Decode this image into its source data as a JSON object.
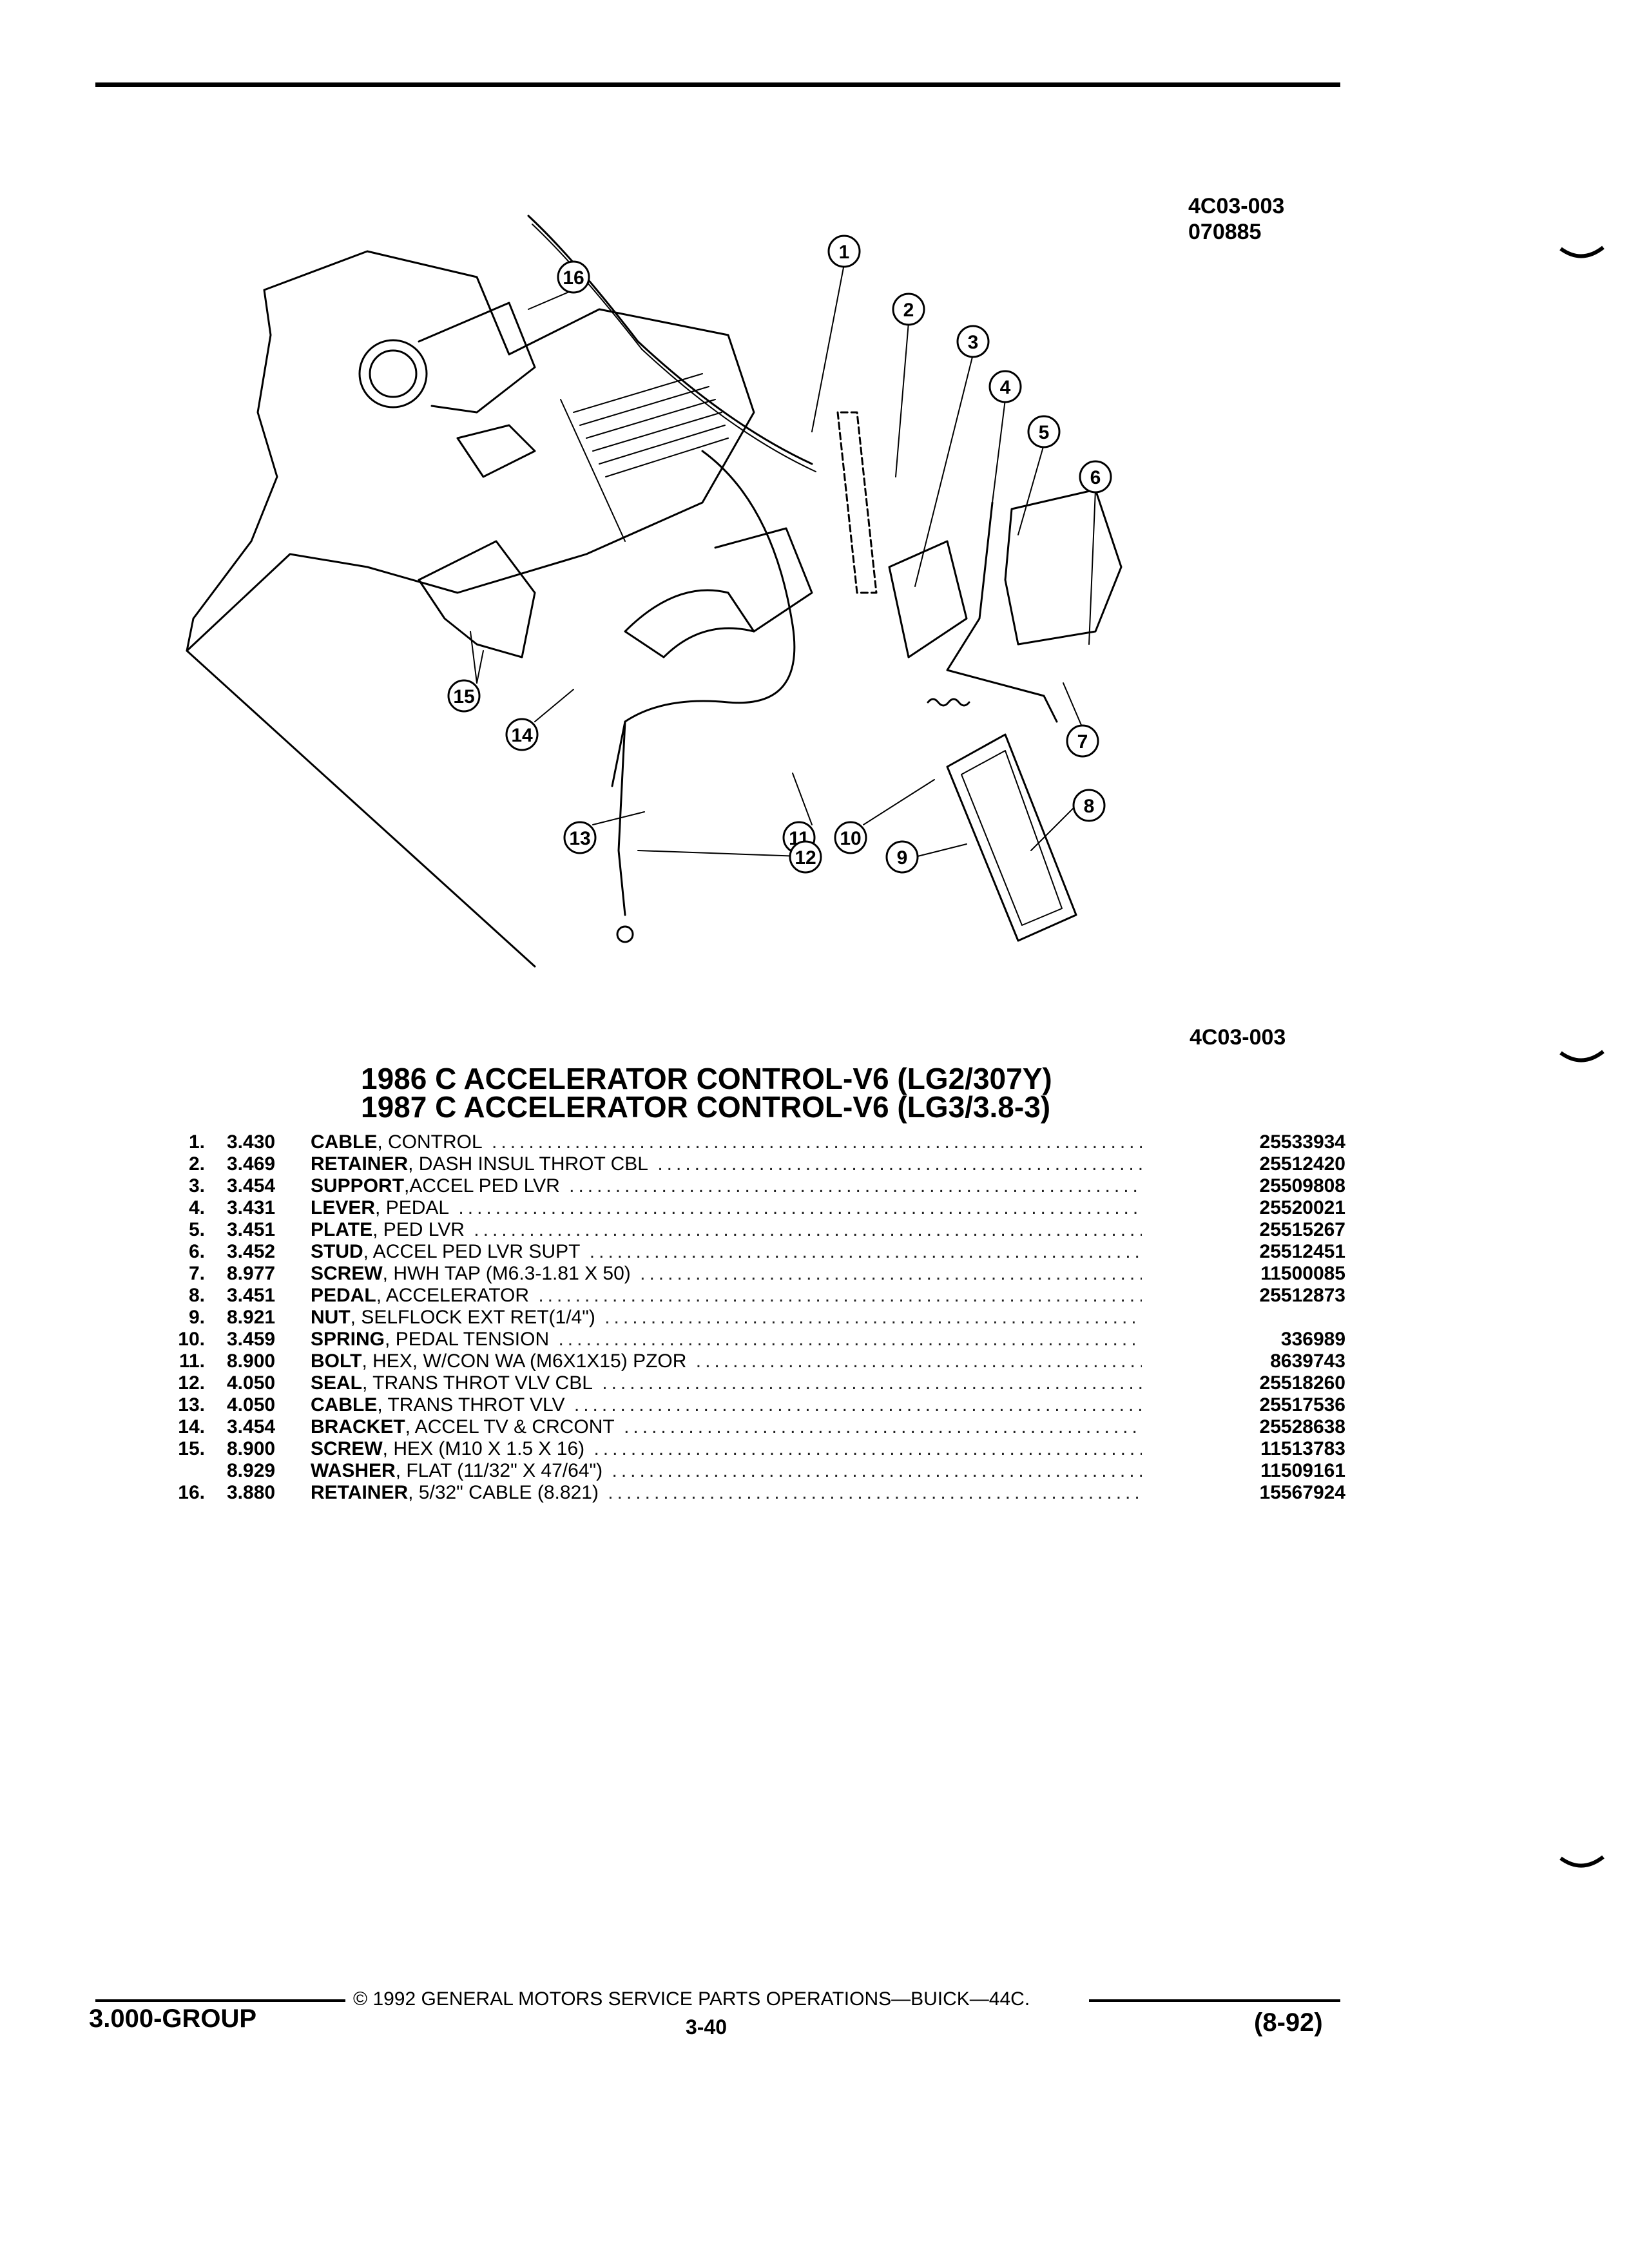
{
  "figure": {
    "id_top": "4C03-003",
    "date_code": "070885",
    "id_bottom": "4C03-003",
    "callouts": [
      "1",
      "2",
      "3",
      "4",
      "5",
      "6",
      "7",
      "8",
      "9",
      "10",
      "11",
      "12",
      "13",
      "14",
      "15",
      "16"
    ]
  },
  "title": {
    "line1": "1986 C ACCELERATOR CONTROL-V6 (LG2/307Y)",
    "line2": "1987 C ACCELERATOR CONTROL-V6 (LG3/3.8-3)"
  },
  "parts": [
    {
      "num": "1.",
      "code": "3.430",
      "name": "CABLE",
      "spec": ", CONTROL",
      "pn": "25533934"
    },
    {
      "num": "2.",
      "code": "3.469",
      "name": "RETAINER",
      "spec": ", DASH INSUL THROT CBL",
      "pn": "25512420"
    },
    {
      "num": "3.",
      "code": "3.454",
      "name": "SUPPORT",
      "spec": ",ACCEL PED LVR",
      "pn": "25509808"
    },
    {
      "num": "4.",
      "code": "3.431",
      "name": "LEVER",
      "spec": ", PEDAL",
      "pn": "25520021"
    },
    {
      "num": "5.",
      "code": "3.451",
      "name": "PLATE",
      "spec": ", PED LVR",
      "pn": "25515267"
    },
    {
      "num": "6.",
      "code": "3.452",
      "name": "STUD",
      "spec": ", ACCEL PED LVR SUPT",
      "pn": "25512451"
    },
    {
      "num": "7.",
      "code": "8.977",
      "name": "SCREW",
      "spec": ", HWH TAP (M6.3-1.81 X 50)",
      "pn": "11500085"
    },
    {
      "num": "8.",
      "code": "3.451",
      "name": "PEDAL",
      "spec": ", ACCELERATOR",
      "pn": "25512873"
    },
    {
      "num": "9.",
      "code": "8.921",
      "name": "NUT",
      "spec": ", SELFLOCK EXT RET(1/4\")",
      "pn": ""
    },
    {
      "num": "10.",
      "code": "3.459",
      "name": "SPRING",
      "spec": ", PEDAL TENSION",
      "pn": "336989"
    },
    {
      "num": "11.",
      "code": "8.900",
      "name": "BOLT",
      "spec": ", HEX, W/CON WA (M6X1X15) PZOR",
      "pn": "8639743"
    },
    {
      "num": "12.",
      "code": "4.050",
      "name": "SEAL",
      "spec": ", TRANS THROT VLV CBL",
      "pn": "25518260"
    },
    {
      "num": "13.",
      "code": "4.050",
      "name": "CABLE",
      "spec": ", TRANS THROT VLV",
      "pn": "25517536"
    },
    {
      "num": "14.",
      "code": "3.454",
      "name": "BRACKET",
      "spec": ", ACCEL TV & CRCONT",
      "pn": "25528638"
    },
    {
      "num": "15.",
      "code": "8.900",
      "name": "SCREW",
      "spec": ", HEX (M10 X 1.5 X 16)",
      "pn": "11513783"
    },
    {
      "num": "",
      "code": "8.929",
      "name": "WASHER",
      "spec": ", FLAT (11/32\" X 47/64\")",
      "pn": "11509161"
    },
    {
      "num": "16.",
      "code": "3.880",
      "name": "RETAINER",
      "spec": ", 5/32\" CABLE (8.821)",
      "pn": "15567924"
    }
  ],
  "footer": {
    "copyright": "© 1992 GENERAL MOTORS SERVICE PARTS OPERATIONS—BUICK—44C.",
    "group": "3.000-GROUP",
    "page": "3-40",
    "date": "(8-92)"
  }
}
